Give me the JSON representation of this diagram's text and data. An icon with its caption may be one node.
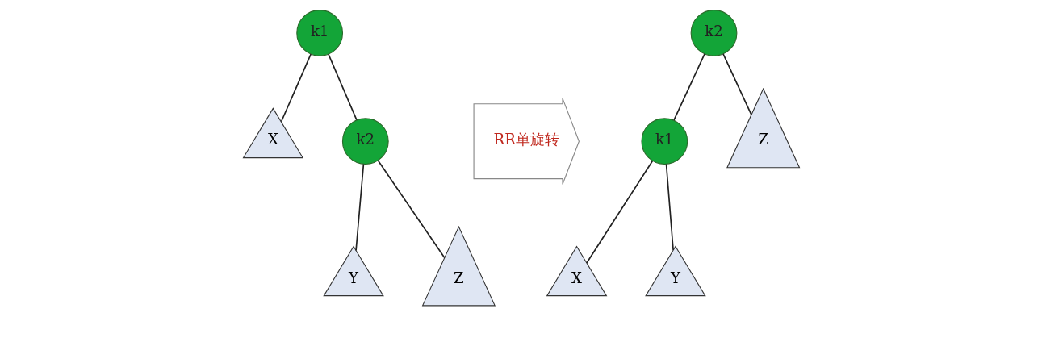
{
  "diagram": {
    "nodes": [
      {
        "text": [
          "k1"
        ]
      },
      {
        "text": [
          "X"
        ]
      },
      {
        "text": [
          "k2"
        ]
      },
      {
        "text": [
          "Y"
        ]
      },
      {
        "text": [
          "Z"
        ]
      },
      {
        "text": [
          "RR单旋转"
        ]
      },
      {
        "text": [
          "k2"
        ]
      },
      {
        "text": [
          "k1"
        ]
      },
      {
        "text": [
          "Z"
        ]
      },
      {
        "text": [
          "X"
        ]
      },
      {
        "text": [
          "Y"
        ]
      }
    ],
    "edges": [
      {
        "from": 0,
        "to": 1,
        "arrow": "none"
      },
      {
        "from": 0,
        "to": 2,
        "arrow": "none"
      },
      {
        "from": 2,
        "to": 3,
        "arrow": "none"
      },
      {
        "from": 2,
        "to": 4,
        "arrow": "none"
      },
      {
        "from": 6,
        "to": 7,
        "arrow": "none"
      },
      {
        "from": 6,
        "to": 8,
        "arrow": "none"
      },
      {
        "from": 7,
        "to": 9,
        "arrow": "none"
      },
      {
        "from": 7,
        "to": 10,
        "arrow": "none"
      }
    ]
  }
}
